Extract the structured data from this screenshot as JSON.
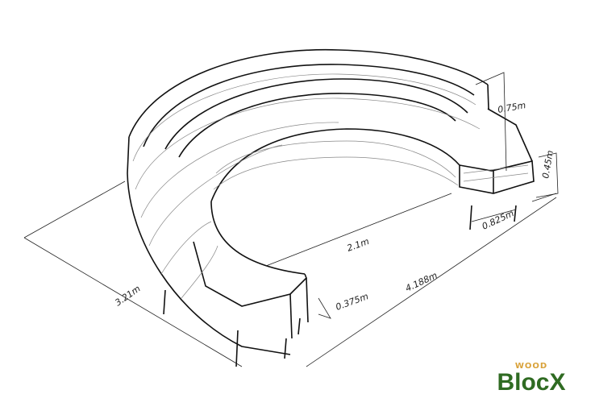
{
  "dimensions": {
    "height_tall": "0.75m",
    "height_short": "0.45m",
    "end_depth": "0.825m",
    "inner_diameter": "2.1m",
    "outer_length": "4.188m",
    "wall_width": "0.375m",
    "overall_depth": "3.21m"
  },
  "logo": {
    "top": "WOOD",
    "main": "BlocX"
  },
  "colors": {
    "logo_green": "#2f6b22",
    "logo_gold": "#d9a23a",
    "line": "#111111"
  }
}
